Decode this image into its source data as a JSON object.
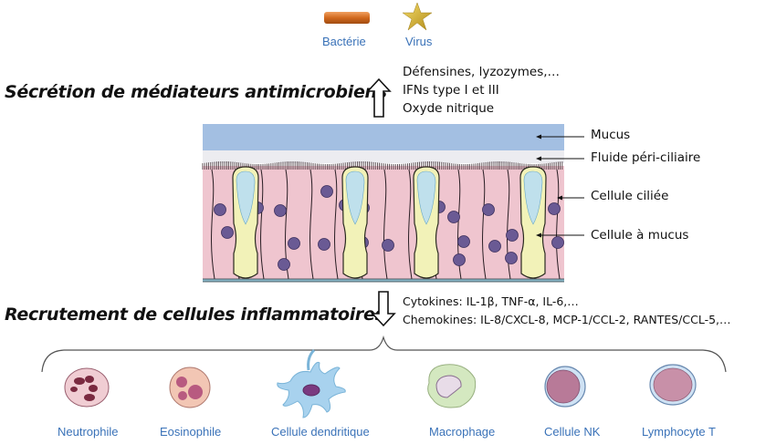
{
  "legend": {
    "items": [
      {
        "label": "Bactérie",
        "icon": "bacterium-icon",
        "color": "#d2691e"
      },
      {
        "label": "Virus",
        "icon": "virus-star-icon",
        "color": "#d4a82a"
      }
    ]
  },
  "secretion": {
    "heading": "Sécrétion de médiateurs antimicrobiens",
    "arrow": "up-arrow",
    "mediators": [
      "Défensines, lyzozymes,…",
      "IFNs type I et III",
      "Oxyde nitrique"
    ]
  },
  "epithelium": {
    "colors": {
      "mucus": "#a3bfe2",
      "periciliary": "#ececf0",
      "cell": "#efc5cf",
      "nucleus": "#6a5a94",
      "goblet": "#f2f2b8",
      "goblet_granules": "#bfe0ec",
      "basement": "#8ab8c8"
    },
    "labels": [
      {
        "id": "mucus",
        "text": "Mucus"
      },
      {
        "id": "periciliary",
        "text": "Fluide péri-ciliaire"
      },
      {
        "id": "ciliated",
        "text": "Cellule ciliée"
      },
      {
        "id": "goblet",
        "text": "Cellule à mucus"
      }
    ]
  },
  "recruitment": {
    "heading": "Recrutement de cellules inflammatoires",
    "arrow": "down-arrow",
    "mediators": [
      "Cytokines: IL-1β, TNF-α, IL-6,…",
      "Chemokines: IL-8/CXCL-8, MCP-1/CCL-2, RANTES/CCL-5,…"
    ]
  },
  "cells": [
    {
      "label": "Neutrophile",
      "icon": "neutrophil-icon"
    },
    {
      "label": "Eosinophile",
      "icon": "eosinophil-icon"
    },
    {
      "label": "Cellule dendritique",
      "icon": "dendritic-cell-icon"
    },
    {
      "label": "Macrophage",
      "icon": "macrophage-icon"
    },
    {
      "label": "Cellule NK",
      "icon": "nk-cell-icon"
    },
    {
      "label": "Lymphocyte T",
      "icon": "t-lymphocyte-icon"
    }
  ]
}
